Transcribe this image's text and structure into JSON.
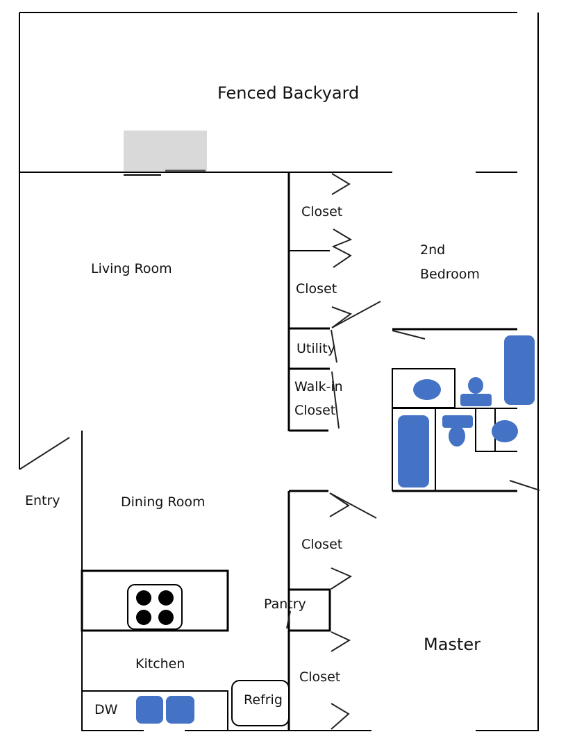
{
  "title": "Floor plan",
  "colors": {
    "fixture": "#4472c4",
    "patio": "#d9d9d9",
    "wall": "#000000"
  },
  "labels": {
    "backyard": "Fenced Backyard",
    "living_room": "Living Room",
    "closet_1": "Closet",
    "closet_2": "Closet",
    "bedroom2_line1": "2nd",
    "bedroom2_line2": "Bedroom",
    "utility": "Utility",
    "walkin_line1": "Walk-in",
    "walkin_line2": "Closet",
    "entry": "Entry",
    "dining_room": "Dining Room",
    "closet_3": "Closet",
    "pantry": "Pantry",
    "kitchen": "Kitchen",
    "closet_4": "Closet",
    "dishwasher": "DW",
    "refrigerator": "Refrig",
    "master": "Master"
  }
}
